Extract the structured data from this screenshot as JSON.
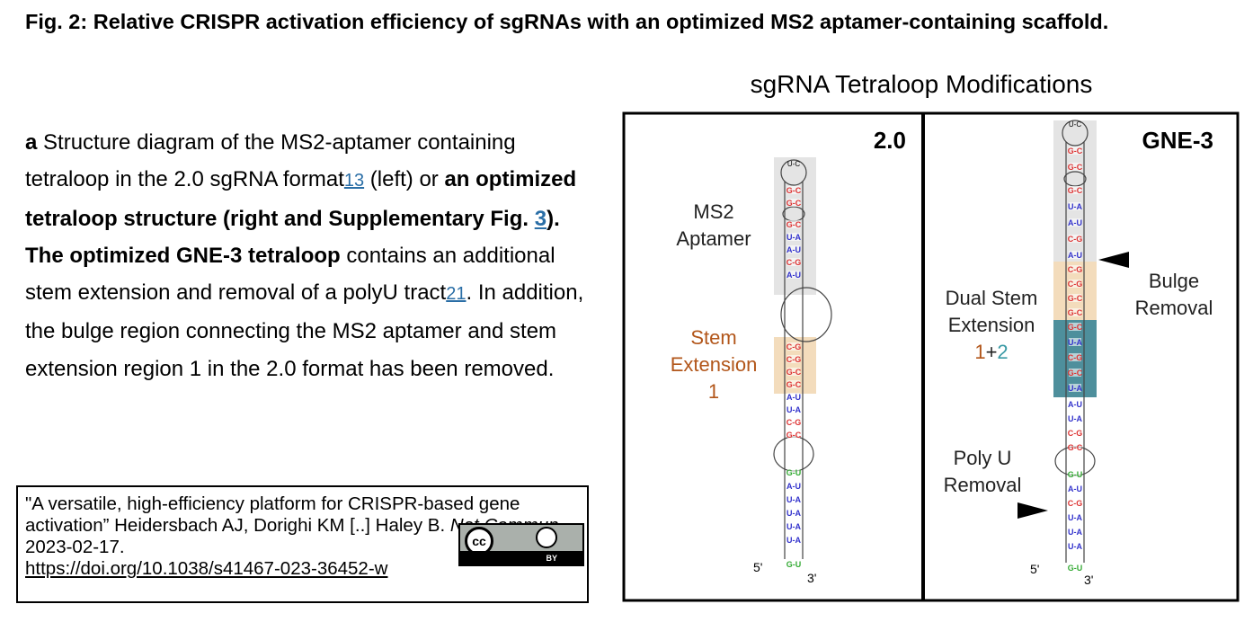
{
  "figure_title": "Fig. 2: Relative CRISPR activation efficiency of sgRNAs with an optimized MS2 aptamer-containing scaffold.",
  "description": {
    "panel_letter": "a",
    "part1": " Structure diagram of the MS2-aptamer containing tetraloop in the 2.0 sgRNA format",
    "ref1": "13",
    "part2": " (left) or ",
    "bold1": "an optimized tetraloop structure (right and Supplementary Fig. ",
    "ref2": "3",
    "bold2": "). The optimized GNE-3 tetraloop",
    "part3": " contains an additional stem extension and removal of a polyU tract",
    "ref3": "21",
    "part4": ". In addition, the bulge region connecting the MS2 aptamer and stem extension region 1 in the 2.0 format has been removed."
  },
  "citation": {
    "line1": "\"A versatile, high-efficiency platform for CRISPR-based gene activation” Heidersbach AJ, Dorighi KM [..] Haley B. ",
    "journal": "Nat Commun",
    "date": " 2023-02-17.",
    "doi": "https://doi.org/10.1038/s41467-023-36452-w",
    "license_badge": {
      "cc": "cc",
      "by": "BY"
    }
  },
  "diagram": {
    "title": "sgRNA Tetraloop Modifications",
    "colors": {
      "ms2": "#e4e4e4",
      "stem1": "#f3dcbc",
      "stem2": "#4e8f9c",
      "label1": "#b2561a",
      "label2": "#3a9aa5"
    },
    "panels": [
      {
        "name": "2.0",
        "labels": {
          "ms2_1": "MS2",
          "ms2_2": "Aptamer",
          "stem_1": "Stem",
          "stem_2": "Extension",
          "stem_3": "1"
        },
        "loop": "U-C",
        "pairs": [
          "G-C",
          "G-C",
          "G-C",
          "U-A",
          "A-U",
          "C-G",
          "A-U",
          "C-G",
          "C-G",
          "G-C",
          "G-C",
          "A-U",
          "U-A",
          "C-G",
          "G-C",
          "G-U",
          "A-U",
          "U-A",
          "U-A",
          "U-A",
          "U-A",
          "G-U"
        ],
        "five_prime": "5'",
        "three_prime": "3'"
      },
      {
        "name": "GNE-3",
        "labels": {
          "dual_1": "Dual Stem",
          "dual_2": "Extension",
          "num1": "1",
          "plus": "+",
          "num2": "2",
          "bulge_1": "Bulge",
          "bulge_2": "Removal",
          "polyu_1": "Poly U",
          "polyu_2": "Removal"
        },
        "loop": "U-C",
        "pairs": [
          "G-C",
          "G-C",
          "G-C",
          "U-A",
          "A-U",
          "C-G",
          "A-U",
          "C-G",
          "C-G",
          "G-C",
          "G-C",
          "G-C",
          "U-A",
          "C-G",
          "G-C",
          "U-A",
          "A-U",
          "U-A",
          "C-G",
          "G-C",
          "G-U",
          "A-U",
          "C-G",
          "U-A",
          "U-A",
          "U-A",
          "G-U"
        ],
        "five_prime": "5'",
        "three_prime": "3'"
      }
    ]
  }
}
